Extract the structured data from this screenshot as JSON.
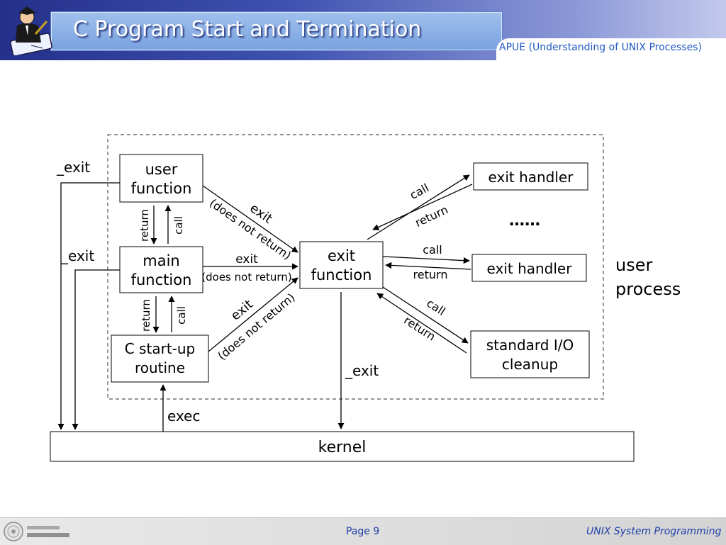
{
  "header": {
    "title": "C Program Start and Termination",
    "subtitle": "APUE (Understanding of UNIX Processes)"
  },
  "diagram": {
    "boxes": {
      "user_function": [
        "user",
        "function"
      ],
      "main_function": [
        "main",
        "function"
      ],
      "c_startup": [
        "C start-up",
        "routine"
      ],
      "exit_function": [
        "exit",
        "function"
      ],
      "exit_handler_1": "exit handler",
      "exit_handler_2": "exit handler",
      "stdio_cleanup": [
        "standard I/O",
        "cleanup"
      ],
      "kernel": "kernel"
    },
    "region_label": [
      "user",
      "process"
    ],
    "ellipsis": "……",
    "labels": {
      "exit_from_user": "_exit",
      "exit_from_main": "_exit",
      "exit_from_exit_function": "_exit",
      "exec": "exec",
      "user_main_return": "return",
      "user_main_call": "call",
      "main_startup_return": "return",
      "main_startup_call": "call",
      "user_exit_word": "exit",
      "user_exit_note": "(does not return)",
      "main_exit_word": "exit",
      "main_exit_note": "(does not return)",
      "startup_exit_word": "exit",
      "startup_exit_note": "(does not return)",
      "handler1_call": "call",
      "handler1_return": "return",
      "handler2_call": "call",
      "handler2_return": "return",
      "stdio_call": "call",
      "stdio_return": "return"
    }
  },
  "footer": {
    "page": "Page 9",
    "course": "UNIX System Programming"
  },
  "colors": {
    "header_dark": "#24308a",
    "title_text": "#ffffff",
    "subtitle_text": "#1f59c2",
    "footer_text": "#1f3fa8"
  }
}
